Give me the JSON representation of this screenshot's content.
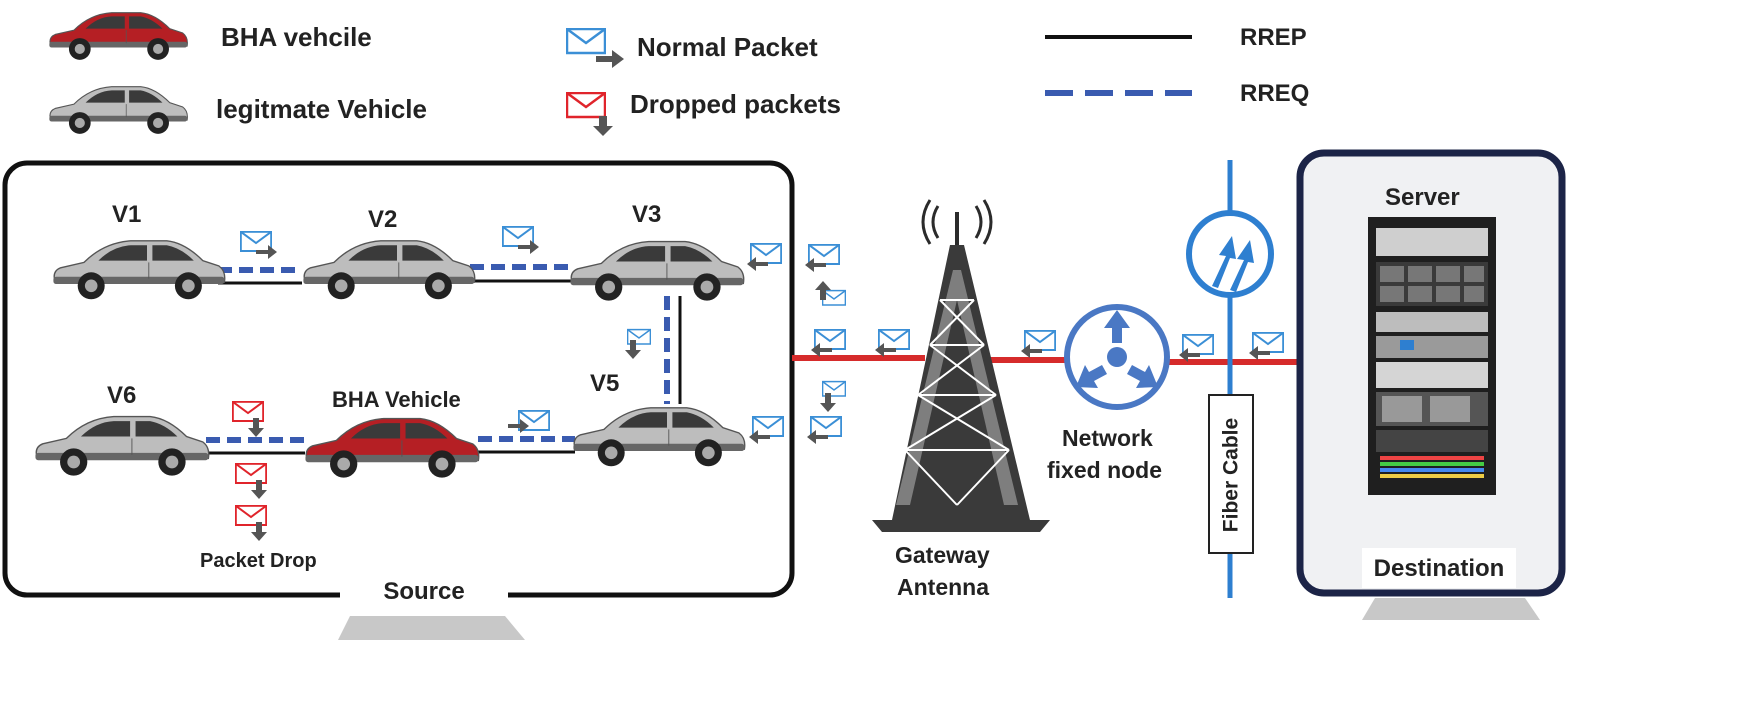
{
  "legend": {
    "bha_vehicle": "BHA vehcile",
    "legit_vehicle": "legitmate Vehicle",
    "normal_packet": "Normal Packet",
    "dropped_packets": "Dropped packets",
    "rrep": "RREP",
    "rreq": "RREQ"
  },
  "vehicles": {
    "v1": "V1",
    "v2": "V2",
    "v3": "V3",
    "v5": "V5",
    "v6": "V6",
    "bha": "BHA Vehicle"
  },
  "labels": {
    "packet_drop": "Packet Drop",
    "source": "Source",
    "gateway_line1": "Gateway",
    "gateway_line2": "Antenna",
    "node_line1": "Network",
    "node_line2": "fixed node",
    "fiber": "Fiber Cable",
    "server": "Server",
    "destination": "Destination"
  },
  "colors": {
    "rrep": "#111111",
    "rreq": "#3a5bb0",
    "link": "#d62b2b",
    "normal_packet": "#3b8fd6",
    "dropped_packet": "#e0242b",
    "bha_car": "#b51f24",
    "legit_car": "#b9b9b9",
    "fiber": "#2e7fd0",
    "node": "#4a78c4"
  }
}
